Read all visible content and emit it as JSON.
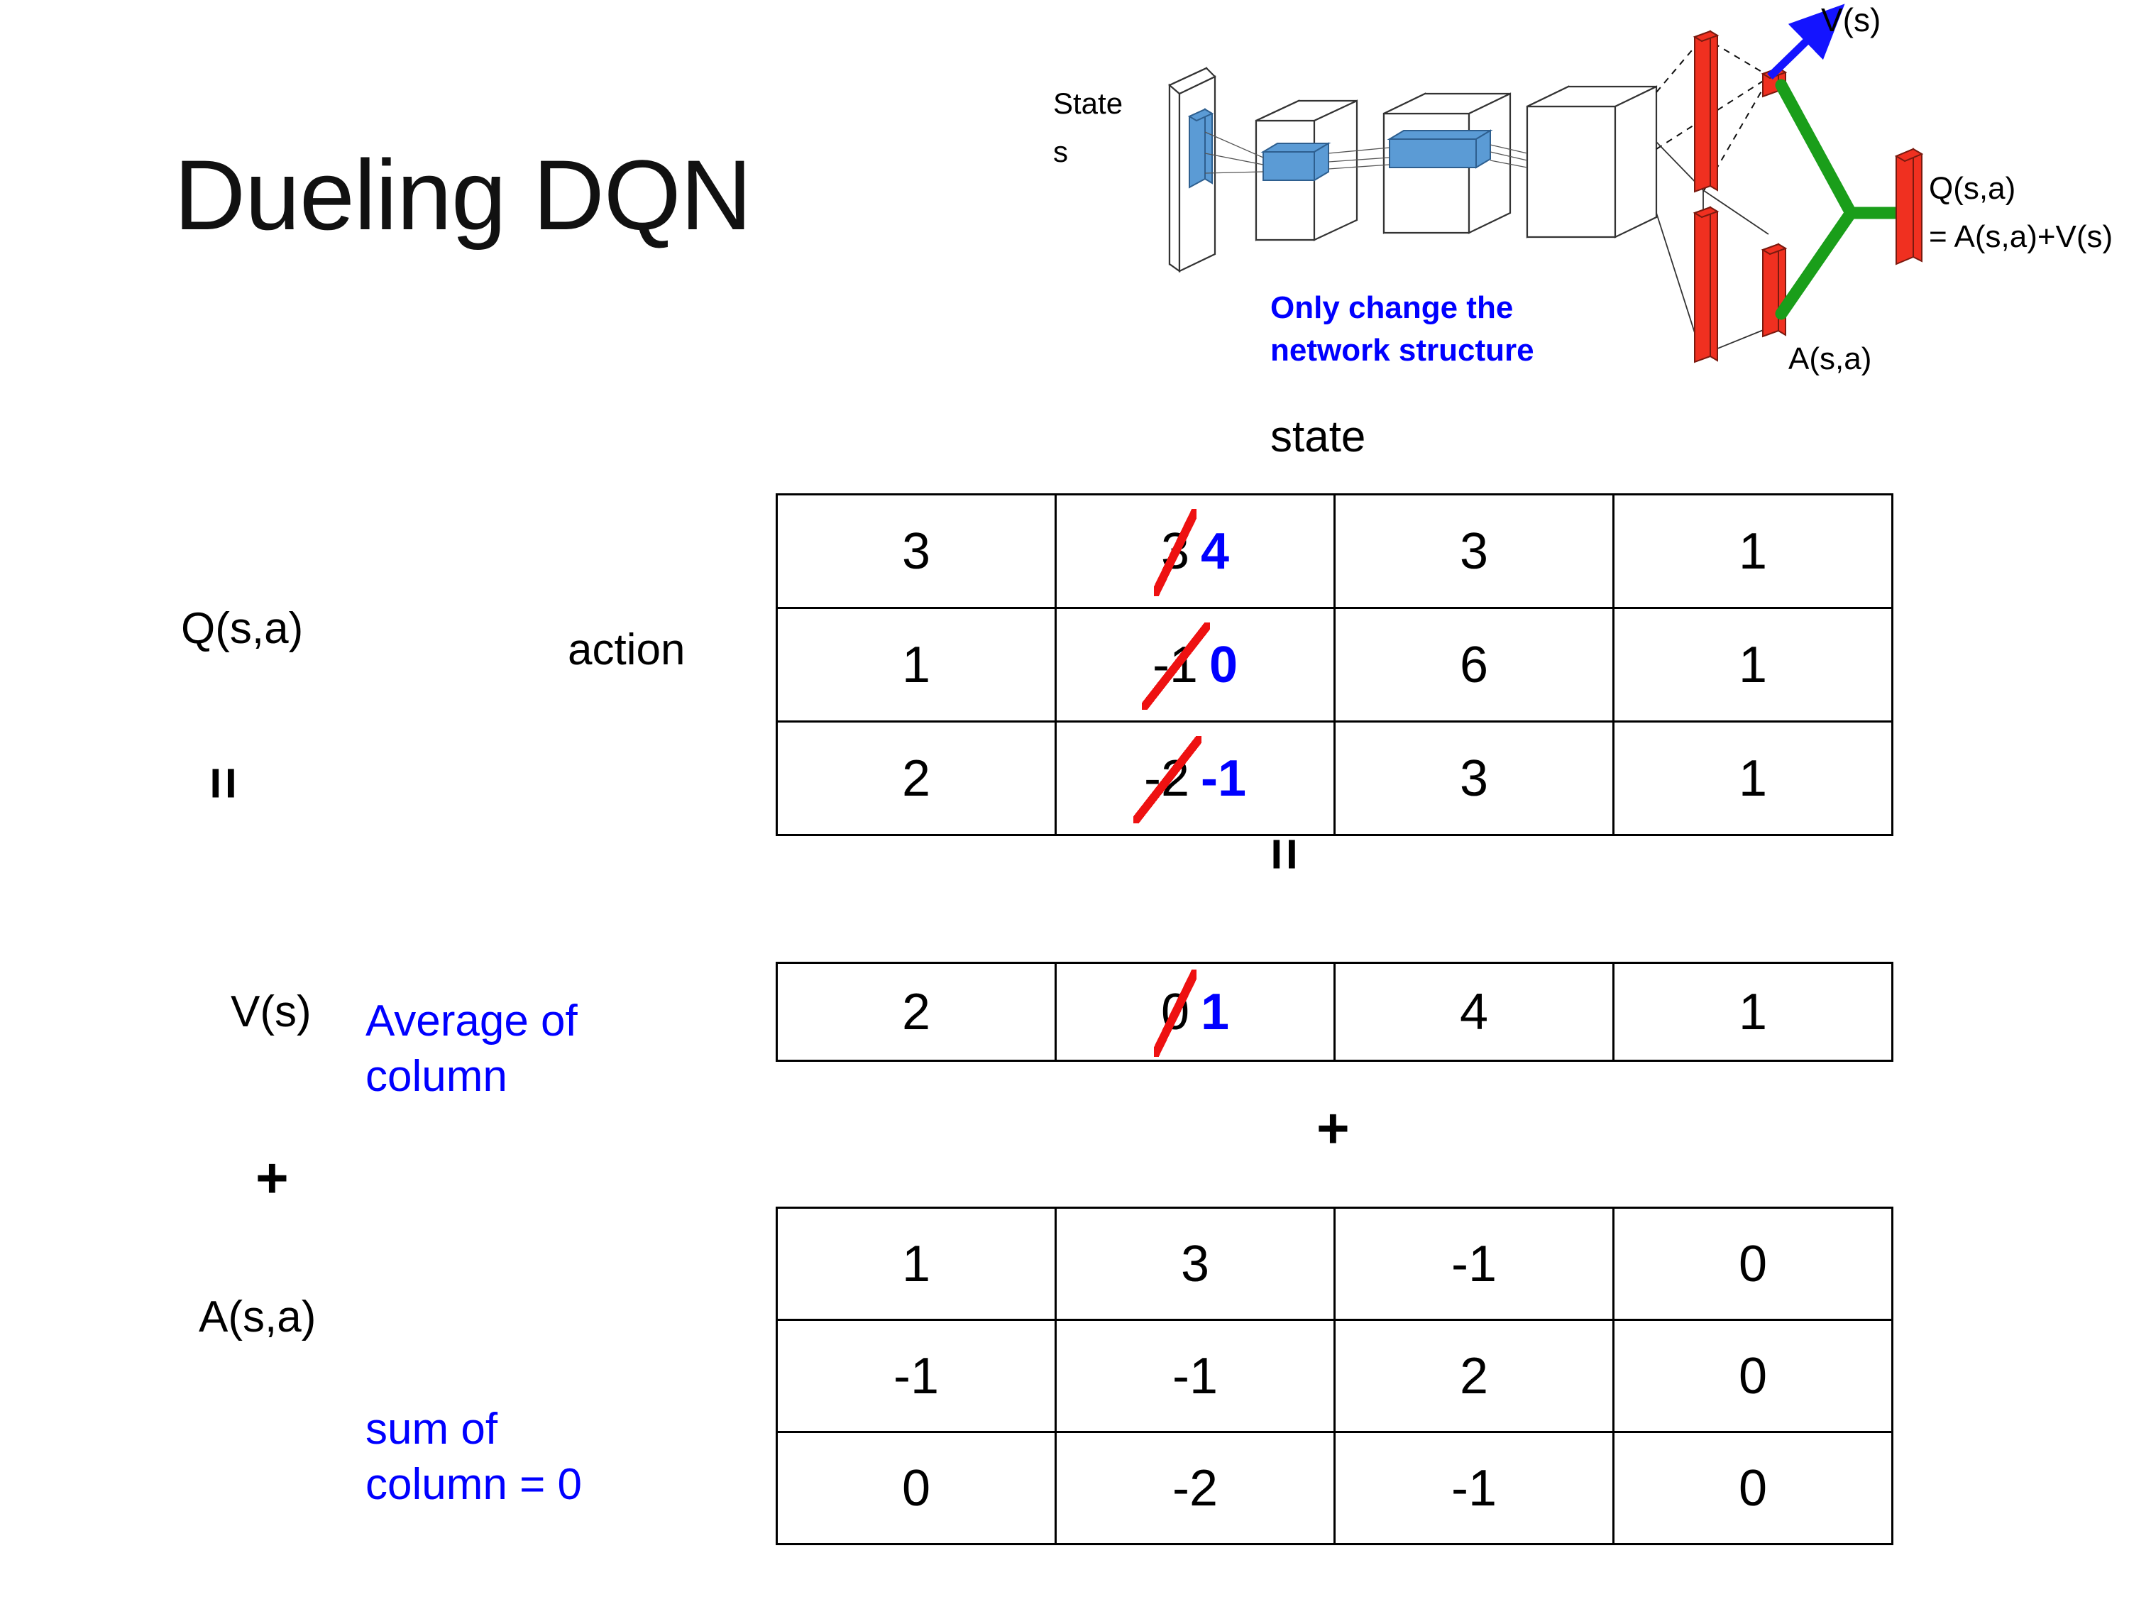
{
  "title": "Dueling DQN",
  "colors": {
    "accent_blue": "#0000FF",
    "strike_red": "#EE1111",
    "bar_red": "#F03020",
    "join_green": "#1A9E1A",
    "tensor_blue": "#5B9BD5"
  },
  "figure": {
    "state_label_line1": "State",
    "state_label_line2": "s",
    "note_line1": "Only change the",
    "note_line2": "network structure",
    "value_label": "V(s)",
    "advantage_label": "A(s,a)",
    "q_label_line1": "Q(s,a)",
    "q_label_line2": "= A(s,a)+V(s)"
  },
  "labels": {
    "state_header": "state",
    "action_label": "action",
    "q_label": "Q(s,a)",
    "v_label": "V(s)",
    "a_label": "A(s,a)",
    "equals_left": "=",
    "plus_left": "+",
    "equals_mid": "=",
    "plus_mid": "+",
    "average_note_line1": "Average of",
    "average_note_line2": "column",
    "sum_note_line1": "sum of",
    "sum_note_line2": "column = 0"
  },
  "chart_data": {
    "type": "table",
    "title": "Dueling DQN  Q(s,a) = V(s) + A(s,a)",
    "tables": [
      {
        "name": "Q(s,a)",
        "row_axis": "action",
        "col_axis": "state",
        "rows": 3,
        "cols": 4,
        "values": [
          [
            "3",
            "3",
            "3",
            "1"
          ],
          [
            "1",
            "-1",
            "6",
            "1"
          ],
          [
            "2",
            "-2",
            "3",
            "1"
          ]
        ],
        "edits": [
          {
            "row": 0,
            "col": 1,
            "old": "3",
            "new": "4"
          },
          {
            "row": 1,
            "col": 1,
            "old": "-1",
            "new": "0"
          },
          {
            "row": 2,
            "col": 1,
            "old": "-2",
            "new": "-1"
          }
        ]
      },
      {
        "name": "V(s)",
        "rows": 1,
        "cols": 4,
        "values": [
          [
            "2",
            "0",
            "4",
            "1"
          ]
        ],
        "edits": [
          {
            "row": 0,
            "col": 1,
            "old": "0",
            "new": "1"
          }
        ]
      },
      {
        "name": "A(s,a)",
        "rows": 3,
        "cols": 4,
        "values": [
          [
            "1",
            "3",
            "-1",
            "0"
          ],
          [
            "-1",
            "-1",
            "2",
            "0"
          ],
          [
            "0",
            "-2",
            "-1",
            "0"
          ]
        ],
        "edits": []
      }
    ]
  }
}
